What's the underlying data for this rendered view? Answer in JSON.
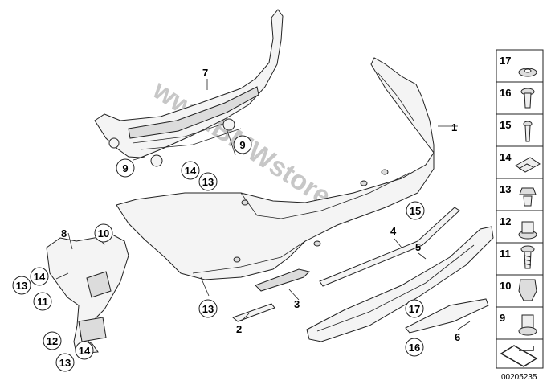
{
  "watermark": "www.BMWstore.pl",
  "diagram_id": "00205235",
  "main_labels": [
    "1",
    "2",
    "3",
    "4",
    "5",
    "6",
    "7",
    "8"
  ],
  "circled_labels": [
    "9",
    "9",
    "10",
    "11",
    "12",
    "13",
    "13",
    "13",
    "13",
    "14",
    "14",
    "14",
    "15",
    "16",
    "17"
  ],
  "legend": {
    "items": [
      {
        "number": "17",
        "icon": "round-washer-icon"
      },
      {
        "number": "16",
        "icon": "expanding-rivet-icon"
      },
      {
        "number": "15",
        "icon": "push-pin-icon"
      },
      {
        "number": "14",
        "icon": "spring-nut-icon"
      },
      {
        "number": "13",
        "icon": "flange-nut-icon"
      },
      {
        "number": "12",
        "icon": "collar-nut-icon"
      },
      {
        "number": "11",
        "icon": "screw-icon"
      },
      {
        "number": "10",
        "icon": "clip-icon"
      },
      {
        "number": "9",
        "icon": "cap-nut-icon"
      }
    ],
    "direction_icon": "arrow-icon"
  }
}
